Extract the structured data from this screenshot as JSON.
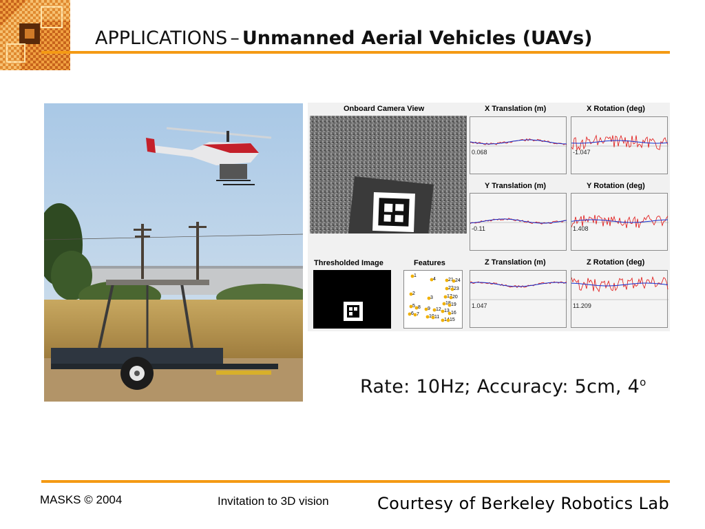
{
  "header": {
    "title_prefix": "APPLICATIONS",
    "title_dash": "–",
    "title_main": "Unmanned Aerial Vehicles (UAVs)"
  },
  "figure": {
    "camera_label": "Onboard Camera View",
    "threshold_label": "Thresholded Image",
    "features_label": "Features",
    "feature_numbers": [
      "1",
      "4",
      "21",
      "24",
      "22",
      "23",
      "2",
      "3",
      "17",
      "20",
      "5",
      "8",
      "9",
      "12",
      "18",
      "19",
      "6",
      "7",
      "10",
      "11",
      "13",
      "16",
      "14",
      "15"
    ],
    "plots": [
      {
        "label": "X Translation (m)",
        "value": "0.068"
      },
      {
        "label": "X Rotation (deg)",
        "value": "-1.047"
      },
      {
        "label": "Y Translation (m)",
        "value": "-0.11"
      },
      {
        "label": "Y Rotation (deg)",
        "value": "1.408"
      },
      {
        "label": "Z Translation (m)",
        "value": "1.047"
      },
      {
        "label": "Z Rotation (deg)",
        "value": "11.209"
      }
    ]
  },
  "stats": {
    "text": "Rate: 10Hz;  Accuracy: 5cm, 4",
    "degree": "o"
  },
  "footer": {
    "left": "MASKS © 2004",
    "middle": "Invitation to 3D vision",
    "right": "Courtesy of Berkeley Robotics Lab"
  },
  "colors": {
    "accent_orange": "#f49a14",
    "series_measured": "#e01010",
    "series_estimated": "#1030d0"
  }
}
